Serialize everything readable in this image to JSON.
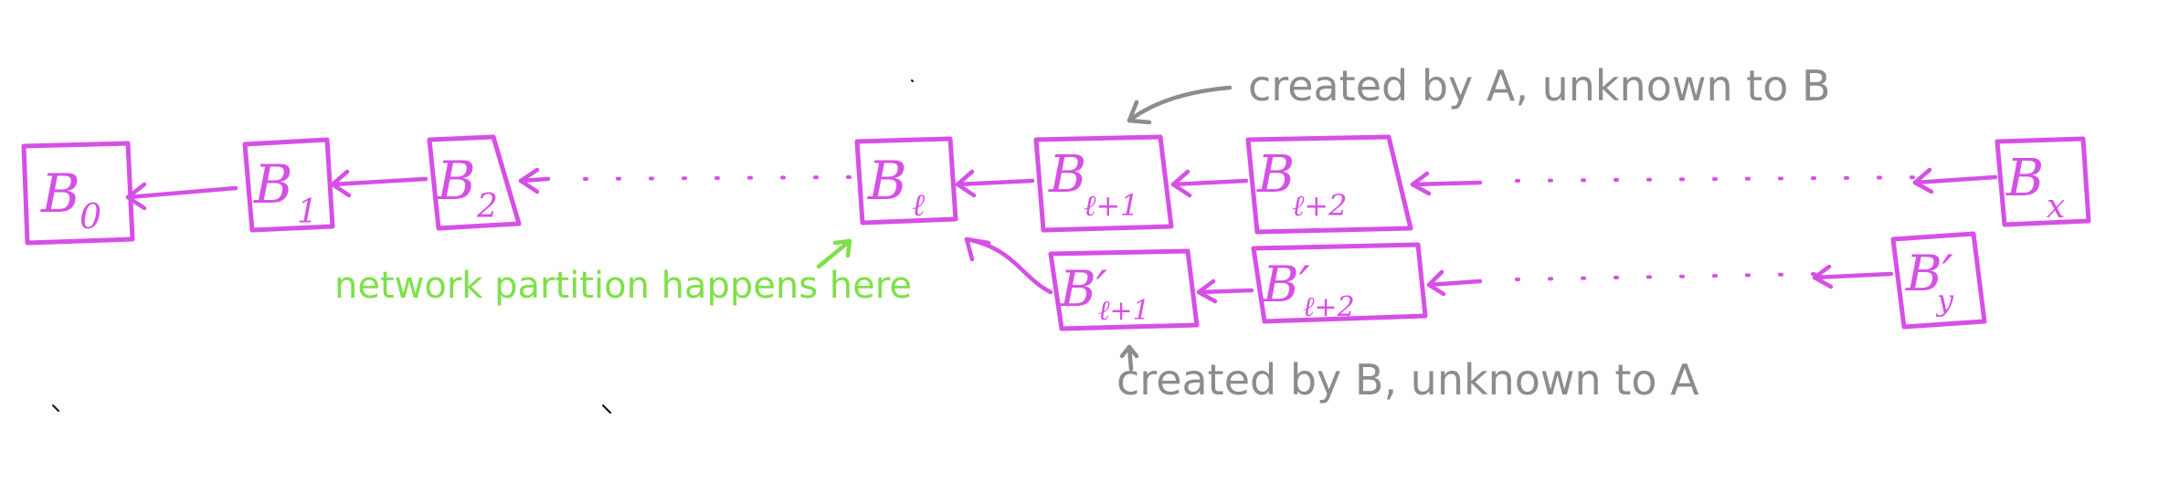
{
  "colors": {
    "block": "#d64fe6",
    "annotation": "#8c8c8c",
    "partition_note": "#7ee04a"
  },
  "main_chain": {
    "blocks": [
      {
        "base": "B",
        "sub": "0"
      },
      {
        "base": "B",
        "sub": "1"
      },
      {
        "base": "B",
        "sub": "2"
      },
      {
        "base": "B",
        "sub": "ℓ"
      },
      {
        "base": "B",
        "sub": "ℓ+1"
      },
      {
        "base": "B",
        "sub": "ℓ+2"
      },
      {
        "base": "B",
        "sub": "x"
      }
    ]
  },
  "fork_chain": {
    "blocks": [
      {
        "base": "B′",
        "sub": "ℓ+1"
      },
      {
        "base": "B′",
        "sub": "ℓ+2"
      },
      {
        "base": "B′",
        "sub": "y"
      }
    ]
  },
  "annotations": {
    "top": "created by A, unknown to B",
    "bottom": "created by B, unknown to A",
    "partition": "network partition happens here"
  }
}
